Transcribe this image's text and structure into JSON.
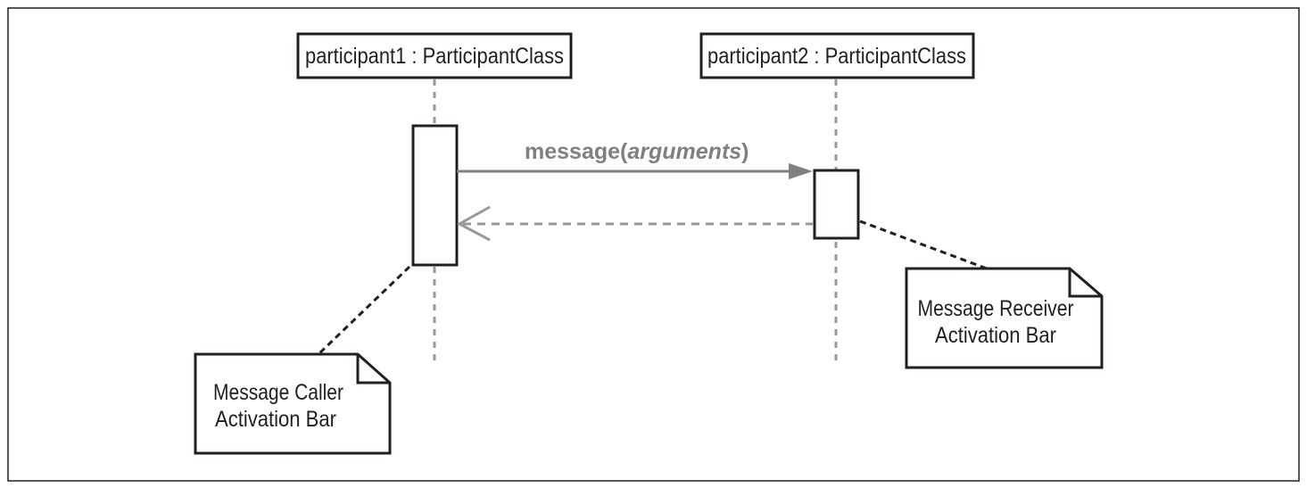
{
  "participants": [
    {
      "label": "participant1 : ParticipantClass"
    },
    {
      "label": "participant2 : ParticipantClass"
    }
  ],
  "message": {
    "name": "message(",
    "arguments": "arguments",
    "close": ")"
  },
  "notes": {
    "caller": {
      "line1": "Message Caller",
      "line2": "Activation Bar"
    },
    "receiver": {
      "line1": "Message Receiver",
      "line2": "Activation Bar"
    }
  },
  "colors": {
    "ink": "#231f20",
    "message": "#808080",
    "lifeline": "#999999"
  }
}
